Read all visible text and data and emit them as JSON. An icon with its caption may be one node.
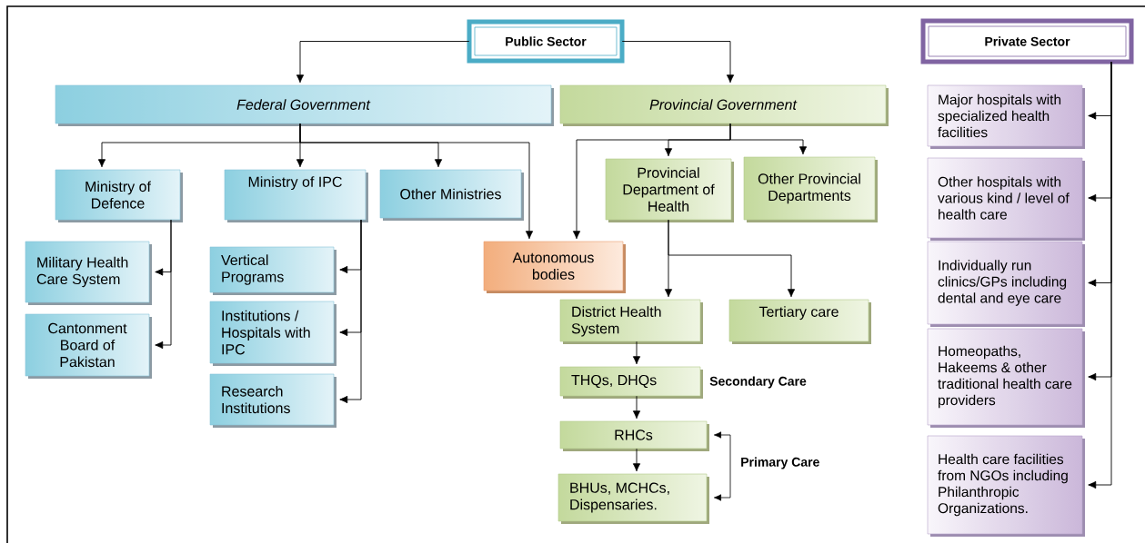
{
  "diagram": {
    "nodes": [
      {
        "text": [
          "Public Sector"
        ]
      },
      {
        "text": [
          "Federal Government"
        ]
      },
      {
        "text": [
          "Provincial Government"
        ]
      },
      {
        "text": [
          "Ministry of Defence"
        ]
      },
      {
        "text": [
          "Ministry of IPC"
        ]
      },
      {
        "text": [
          "Other Ministries"
        ]
      },
      {
        "text": [
          "Autonomous bodies"
        ]
      },
      {
        "text": [
          "Provincial Department of Health"
        ]
      },
      {
        "text": [
          "Other Provincial Departments"
        ]
      },
      {
        "text": [
          "Military Health Care System"
        ]
      },
      {
        "text": [
          "Cantonment Board of Pakistan"
        ]
      },
      {
        "text": [
          "Vertical Programs"
        ]
      },
      {
        "text": [
          "Institutions / Hospitals with IPC"
        ]
      },
      {
        "text": [
          "Research Institutions"
        ]
      },
      {
        "text": [
          "District Health System"
        ]
      },
      {
        "text": [
          "Tertiary care"
        ]
      },
      {
        "text": [
          "THQs, DHQs"
        ]
      },
      {
        "text": [
          "RHCs"
        ]
      },
      {
        "text": [
          "BHUs, MCHCs, Dispensaries."
        ]
      },
      {
        "text": [
          "Private Sector"
        ]
      },
      {
        "text": [
          "Major hospitals with specialized health facilities"
        ]
      },
      {
        "text": [
          "Other hospitals with various kind / level of health care"
        ]
      },
      {
        "text": [
          "Individually run clinics/GPs including dental and eye care"
        ]
      },
      {
        "text": [
          "Homeopaths, Hakeems & other traditional health care providers"
        ]
      },
      {
        "text": [
          "Health care facilities from NGOs including Philanthropic Organizations."
        ]
      }
    ],
    "edges": [
      {
        "from": 0,
        "to": 1,
        "arrow": "to"
      },
      {
        "from": 0,
        "to": 2,
        "arrow": "to"
      },
      {
        "from": 1,
        "to": 3,
        "arrow": "to"
      },
      {
        "from": 1,
        "to": 4,
        "arrow": "to"
      },
      {
        "from": 1,
        "to": 5,
        "arrow": "to"
      },
      {
        "from": 1,
        "to": 6,
        "arrow": "to"
      },
      {
        "from": 2,
        "to": 6,
        "arrow": "to"
      },
      {
        "from": 2,
        "to": 7,
        "arrow": "to"
      },
      {
        "from": 2,
        "to": 8,
        "arrow": "to"
      },
      {
        "from": 3,
        "to": 9,
        "arrow": "to"
      },
      {
        "from": 3,
        "to": 10,
        "arrow": "to"
      },
      {
        "from": 4,
        "to": 11,
        "arrow": "to"
      },
      {
        "from": 4,
        "to": 12,
        "arrow": "to"
      },
      {
        "from": 4,
        "to": 13,
        "arrow": "to"
      },
      {
        "from": 7,
        "to": 14,
        "arrow": "to"
      },
      {
        "from": 7,
        "to": 15,
        "arrow": "to"
      },
      {
        "from": 14,
        "to": 16,
        "arrow": "to"
      },
      {
        "from": 16,
        "to": 17,
        "arrow": "to"
      },
      {
        "from": 17,
        "to": 18,
        "arrow": "to"
      },
      {
        "from": 19,
        "to": 20,
        "arrow": "to"
      },
      {
        "from": 19,
        "to": 21,
        "arrow": "to"
      },
      {
        "from": 19,
        "to": 22,
        "arrow": "to"
      },
      {
        "from": 19,
        "to": 23,
        "arrow": "to"
      },
      {
        "from": 19,
        "to": 24,
        "arrow": "to"
      }
    ],
    "labels": [
      "Secondary Care",
      "Primary Care"
    ]
  }
}
